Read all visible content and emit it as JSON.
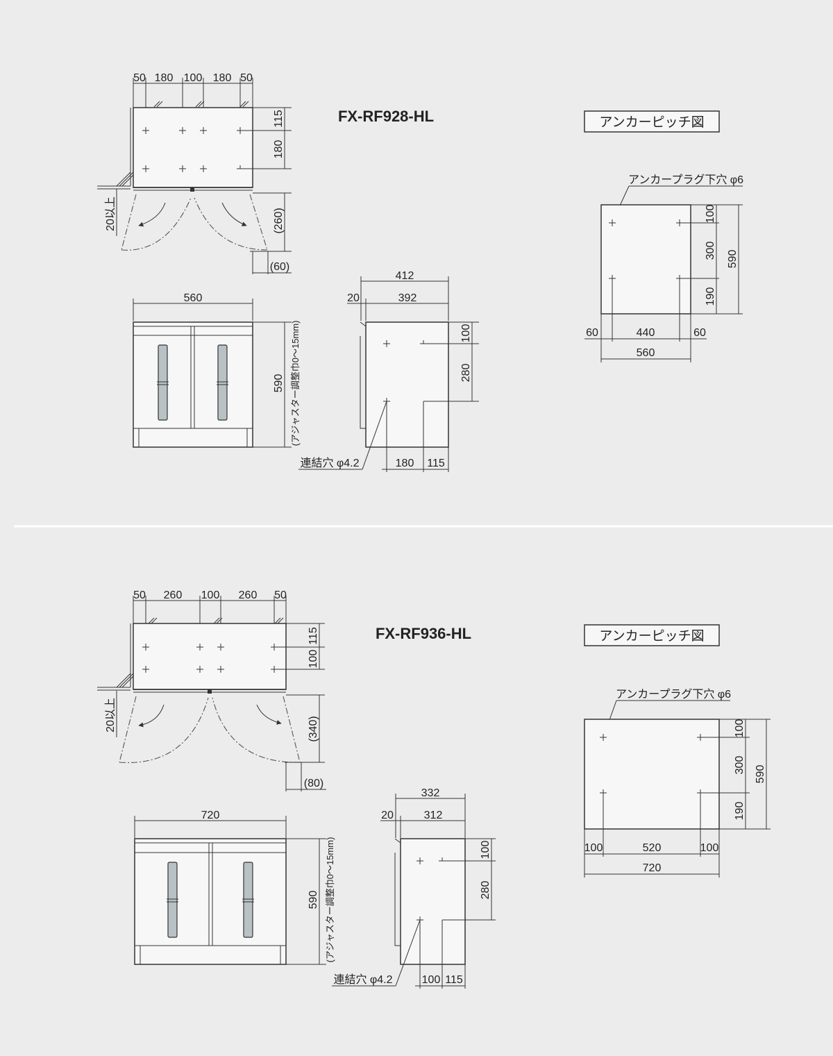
{
  "section1": {
    "model": "FX-RF928-HL",
    "anchor_title": "アンカーピッチ図",
    "plan": {
      "top_dims": [
        "50",
        "180",
        "100",
        "180",
        "50"
      ],
      "right_dims": [
        "115",
        "180"
      ],
      "door_dim": "(260)",
      "clearance": "20以上",
      "swing_dim": "(60)"
    },
    "front": {
      "width": "560",
      "height": "590",
      "adjuster": "(アジャスター調整巾0～15mm)"
    },
    "side": {
      "total": "412",
      "gap": "20",
      "depth": "392",
      "right_dims": [
        "100",
        "280"
      ],
      "bottom_dims": [
        "180",
        "115"
      ],
      "hole_label": "連結穴 φ4.2"
    },
    "anchor": {
      "hole_label": "アンカープラグ下穴 φ6",
      "right_dims": [
        "100",
        "300",
        "190"
      ],
      "total_h": "590",
      "bottom_dims": [
        "60",
        "440",
        "60"
      ],
      "total_w": "560"
    }
  },
  "section2": {
    "model": "FX-RF936-HL",
    "anchor_title": "アンカーピッチ図",
    "plan": {
      "top_dims": [
        "50",
        "260",
        "100",
        "260",
        "50"
      ],
      "right_dims": [
        "115",
        "100"
      ],
      "door_dim": "(340)",
      "clearance": "20以上",
      "swing_dim": "(80)"
    },
    "front": {
      "width": "720",
      "height": "590",
      "adjuster": "(アジャスター調整巾0～15mm)"
    },
    "side": {
      "total": "332",
      "gap": "20",
      "depth": "312",
      "right_dims": [
        "100",
        "280"
      ],
      "bottom_dims": [
        "100",
        "115"
      ],
      "hole_label": "連結穴 φ4.2"
    },
    "anchor": {
      "hole_label": "アンカープラグ下穴 φ6",
      "right_dims": [
        "100",
        "300",
        "190"
      ],
      "total_h": "590",
      "bottom_dims": [
        "100",
        "520",
        "100"
      ],
      "total_w": "720"
    }
  }
}
